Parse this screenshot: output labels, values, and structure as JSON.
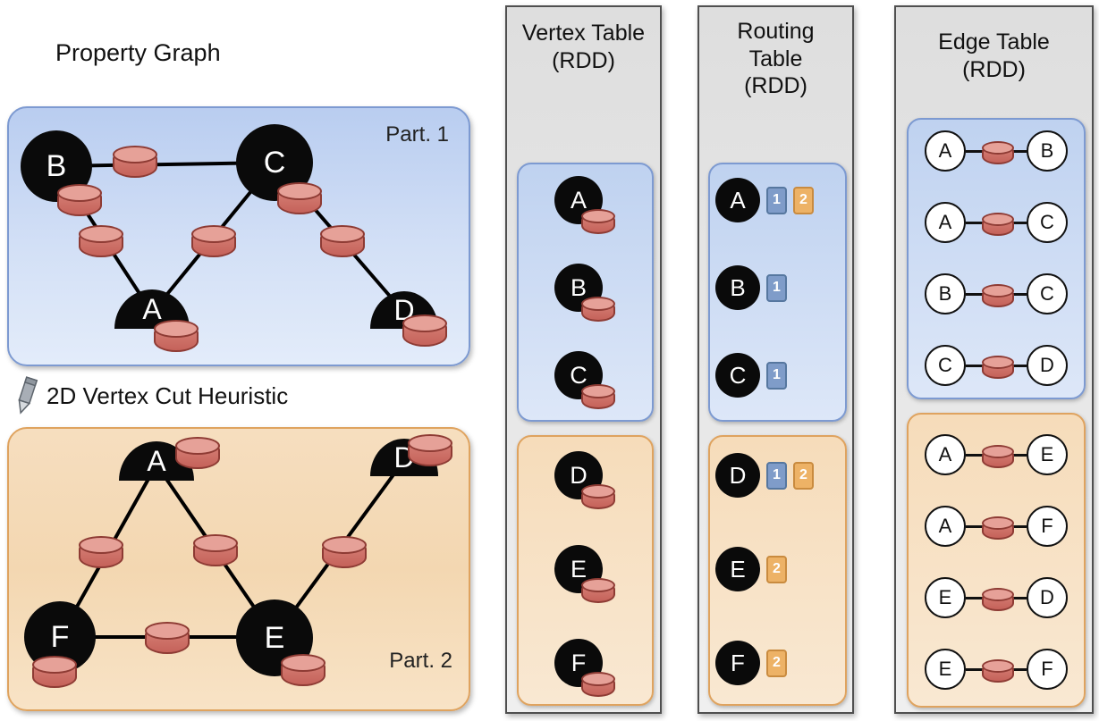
{
  "title": "Property Graph",
  "cut_heuristic_label": "2D Vertex Cut Heuristic",
  "icons": {
    "pencil": "pencil-icon",
    "property": "cylinder-icon"
  },
  "property_graph": {
    "part1": {
      "label": "Part. 1",
      "vertices": [
        {
          "id": "B",
          "shape": "full"
        },
        {
          "id": "C",
          "shape": "full"
        },
        {
          "id": "A",
          "shape": "half"
        },
        {
          "id": "D",
          "shape": "half"
        }
      ],
      "edges": [
        [
          "B",
          "C"
        ],
        [
          "B",
          "A"
        ],
        [
          "C",
          "A"
        ],
        [
          "C",
          "D"
        ]
      ]
    },
    "part2": {
      "label": "Part. 2",
      "vertices": [
        {
          "id": "A",
          "shape": "half"
        },
        {
          "id": "D",
          "shape": "half"
        },
        {
          "id": "F",
          "shape": "full"
        },
        {
          "id": "E",
          "shape": "full"
        }
      ],
      "edges": [
        [
          "A",
          "F"
        ],
        [
          "A",
          "E"
        ],
        [
          "E",
          "D"
        ],
        [
          "F",
          "E"
        ]
      ]
    }
  },
  "vertex_table": {
    "title_lines": [
      "Vertex Table",
      "(RDD)"
    ],
    "part1": [
      "A",
      "B",
      "C"
    ],
    "part2": [
      "D",
      "E",
      "F"
    ]
  },
  "routing_table": {
    "title_lines": [
      "Routing",
      "Table",
      "(RDD)"
    ],
    "part1": [
      {
        "vertex": "A",
        "partitions": [
          "1",
          "2"
        ]
      },
      {
        "vertex": "B",
        "partitions": [
          "1"
        ]
      },
      {
        "vertex": "C",
        "partitions": [
          "1"
        ]
      }
    ],
    "part2": [
      {
        "vertex": "D",
        "partitions": [
          "1",
          "2"
        ]
      },
      {
        "vertex": "E",
        "partitions": [
          "2"
        ]
      },
      {
        "vertex": "F",
        "partitions": [
          "2"
        ]
      }
    ]
  },
  "edge_table": {
    "title_lines": [
      "Edge Table",
      "(RDD)"
    ],
    "part1": [
      [
        "A",
        "B"
      ],
      [
        "A",
        "C"
      ],
      [
        "B",
        "C"
      ],
      [
        "C",
        "D"
      ]
    ],
    "part2": [
      [
        "A",
        "E"
      ],
      [
        "A",
        "F"
      ],
      [
        "E",
        "D"
      ],
      [
        "E",
        "F"
      ]
    ]
  },
  "colors": {
    "partition1_fill": "#cdd9f3",
    "partition1_border": "#7d9ad1",
    "partition2_fill": "#f5dbb8",
    "partition2_border": "#dfa35f",
    "column_fill": "#e5e5e5",
    "column_border": "#4f4f4f",
    "cylinder_fill": "#cf7168",
    "cylinder_border": "#8e3b34",
    "badge_blue": "#7f9cc9",
    "badge_orange": "#edb266",
    "vertex_fill": "#0a0a0a"
  }
}
